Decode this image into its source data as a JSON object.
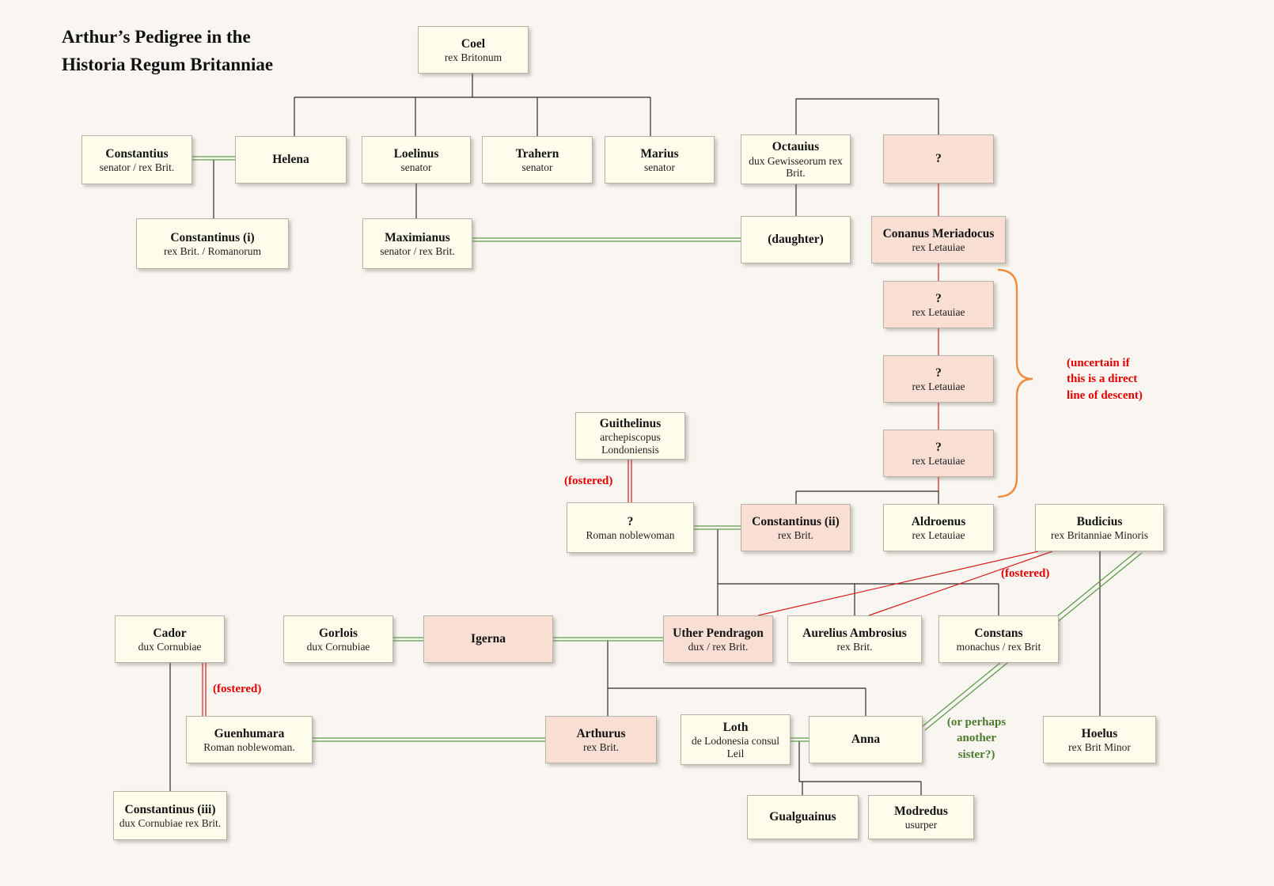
{
  "title": "Arthur’s Pedigree in the\nHistoria Regum Britanniae",
  "annotations": {
    "uncertain": "(uncertain if\nthis is a direct\nline of descent)",
    "fostered": "(fostered)",
    "sister": "(or perhaps\nanother\nsister?)"
  },
  "colors": {
    "bg": "#f9f6f1",
    "node-fill": "#fefdeb",
    "node-highlight": "#f8ded3",
    "node-border": "#b5b2a8",
    "descent": "#2a2a2a",
    "marriage": "#5f9b4c",
    "foster": "#d41c1c",
    "bracket": "#ef8b3a",
    "note-red": "#e00000",
    "note-green": "#4c7a2e"
  },
  "nodes": [
    {
      "id": "coel",
      "name": "Coel",
      "detail": "rex Britonum",
      "highlighted": false
    },
    {
      "id": "constantius",
      "name": "Constantius",
      "detail": "senator / rex Brit.",
      "highlighted": false
    },
    {
      "id": "helena",
      "name": "Helena",
      "detail": "",
      "highlighted": false
    },
    {
      "id": "loelinus",
      "name": "Loelinus",
      "detail": "senator",
      "highlighted": false
    },
    {
      "id": "trahern",
      "name": "Trahern",
      "detail": "senator",
      "highlighted": false
    },
    {
      "id": "marius",
      "name": "Marius",
      "detail": "senator",
      "highlighted": false
    },
    {
      "id": "octauius",
      "name": "Octauius",
      "detail": "dux Gewisseorum rex Brit.",
      "highlighted": false
    },
    {
      "id": "unknown-spouse",
      "name": "?",
      "detail": "",
      "highlighted": true
    },
    {
      "id": "constantinus-i",
      "name": "Constantinus (i)",
      "detail": "rex Brit. / Romanorum",
      "highlighted": false
    },
    {
      "id": "maximianus",
      "name": "Maximianus",
      "detail": "senator / rex Brit.",
      "highlighted": false
    },
    {
      "id": "daughter",
      "name": "(daughter)",
      "detail": "",
      "highlighted": false
    },
    {
      "id": "conanus-meriadocus",
      "name": "Conanus Meriadocus",
      "detail": "rex Letauiae",
      "highlighted": true
    },
    {
      "id": "unknown-rex-letauiae-1",
      "name": "?",
      "detail": "rex Letauiae",
      "highlighted": true
    },
    {
      "id": "unknown-rex-letauiae-2",
      "name": "?",
      "detail": "rex Letauiae",
      "highlighted": true
    },
    {
      "id": "unknown-rex-letauiae-3",
      "name": "?",
      "detail": "rex Letauiae",
      "highlighted": true
    },
    {
      "id": "guithelinus",
      "name": "Guithelinus",
      "detail": "archepiscopus Londoniensis",
      "highlighted": false
    },
    {
      "id": "roman-noblewoman",
      "name": "?",
      "detail": "Roman noblewoman",
      "highlighted": false
    },
    {
      "id": "constantinus-ii",
      "name": "Constantinus (ii)",
      "detail": "rex Brit.",
      "highlighted": true
    },
    {
      "id": "aldroenus",
      "name": "Aldroenus",
      "detail": "rex Letauiae",
      "highlighted": false
    },
    {
      "id": "budicius",
      "name": "Budicius",
      "detail": "rex Britanniae Minoris",
      "highlighted": false
    },
    {
      "id": "cador",
      "name": "Cador",
      "detail": "dux Cornubiae",
      "highlighted": false
    },
    {
      "id": "gorlois",
      "name": "Gorlois",
      "detail": "dux Cornubiae",
      "highlighted": false
    },
    {
      "id": "igerna",
      "name": "Igerna",
      "detail": "",
      "highlighted": true
    },
    {
      "id": "uther-pendragon",
      "name": "Uther Pendragon",
      "detail": "dux / rex Brit.",
      "highlighted": true
    },
    {
      "id": "aurelius-ambrosius",
      "name": "Aurelius Ambrosius",
      "detail": "rex Brit.",
      "highlighted": false
    },
    {
      "id": "constans",
      "name": "Constans",
      "detail": "monachus / rex Brit",
      "highlighted": false
    },
    {
      "id": "guenhumara",
      "name": "Guenhumara",
      "detail": "Roman noblewoman.",
      "highlighted": false
    },
    {
      "id": "arthurus",
      "name": "Arthurus",
      "detail": "rex Brit.",
      "highlighted": true
    },
    {
      "id": "loth",
      "name": "Loth",
      "detail": "de Lodonesia consul Leil",
      "highlighted": false
    },
    {
      "id": "anna",
      "name": "Anna",
      "detail": "",
      "highlighted": false
    },
    {
      "id": "hoelus",
      "name": "Hoelus",
      "detail": "rex Brit Minor",
      "highlighted": false
    },
    {
      "id": "constantinus-iii",
      "name": "Constantinus (iii)",
      "detail": "dux Cornubiae rex Brit.",
      "highlighted": false
    },
    {
      "id": "gualguainus",
      "name": "Gualguainus",
      "detail": "",
      "highlighted": false
    },
    {
      "id": "modredus",
      "name": "Modredus",
      "detail": "usurper",
      "highlighted": false
    }
  ]
}
